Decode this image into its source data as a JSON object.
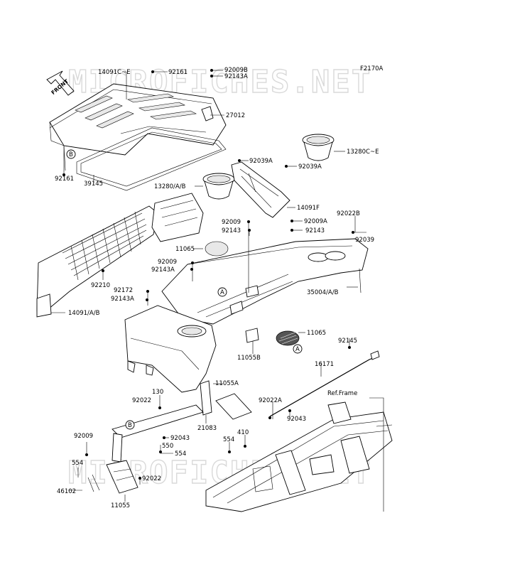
{
  "diagram_code": "F2170A",
  "watermarks": [
    "MICROFICHES.NET",
    "MICROFICHES.NET"
  ],
  "front_arrow": "FRONT",
  "callouts": [
    "A",
    "B"
  ],
  "labels": {
    "p14091ce": "14091C~E",
    "p92161_top": "92161",
    "p92009b": "92009B",
    "p92143a_top": "92143A",
    "p27012": "27012",
    "p92161_left": "92161",
    "p39145": "39145",
    "p13280ce": "13280C~E",
    "p92039a_1": "92039A",
    "p13280ab": "13280/A/B",
    "p92039a_2": "92039A",
    "p14091f": "14091F",
    "p92022b": "92022B",
    "p92009_1": "92009",
    "p92009a": "92009A",
    "p92039": "92039",
    "p92143_1": "92143",
    "p92143_2": "92143",
    "p11065_1": "11065",
    "p92009_2": "92009",
    "p92143a_2": "92143A",
    "p92210": "92210",
    "p92172": "92172",
    "p92143a_3": "92143A",
    "p35004ab": "35004/A/B",
    "p14091ab": "14091/A/B",
    "p11065_2": "11065",
    "p11055b": "11055B",
    "p92145": "92145",
    "p16171": "16171",
    "p11055a": "11055A",
    "p130": "130",
    "p92022_1": "92022",
    "p92022a": "92022A",
    "p_ref_frame": "Ref.Frame",
    "p21083": "21083",
    "p92043_1": "92043",
    "p92009_3": "92009",
    "p92043_2": "92043",
    "p550": "550",
    "p554_1": "554",
    "p410": "410",
    "p554_2": "554",
    "p554_3": "554",
    "p46102": "46102",
    "p92022_2": "92022",
    "p11055": "11055"
  }
}
